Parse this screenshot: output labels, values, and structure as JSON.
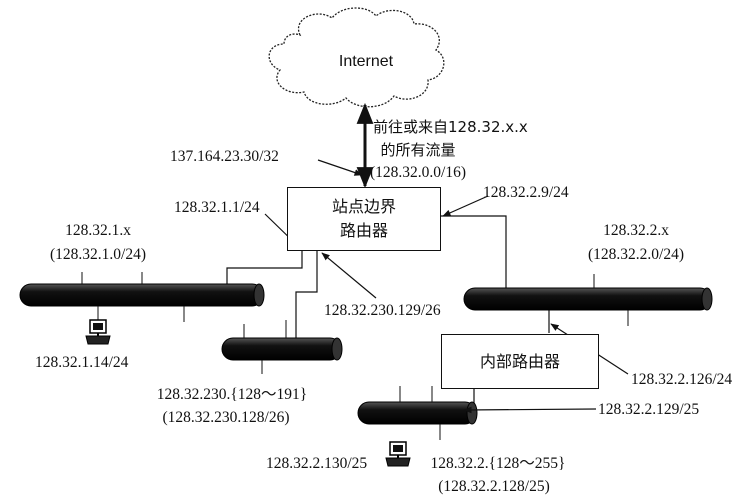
{
  "cloud": {
    "label": "Internet"
  },
  "traffic_note": {
    "line1": "前往或来自128.32.x.x",
    "line2": "的所有流量",
    "line3": "(128.32.0.0/16)"
  },
  "site_router": {
    "line1": "站点边界",
    "line2": "路由器",
    "ext_ip": "137.164.23.30/32",
    "if_left": "128.32.1.1/24",
    "if_right": "128.32.2.9/24",
    "if_bottom": "128.32.230.129/26"
  },
  "inner_router": {
    "label": "内部路由器",
    "if_top": "128.32.2.126/24",
    "if_bottom": "128.32.2.129/25"
  },
  "net1": {
    "name": "128.32.1.x",
    "prefix": "(128.32.1.0/24)",
    "host": "128.32.1.14/24"
  },
  "net2": {
    "name": "128.32.2.x",
    "prefix": "(128.32.2.0/24)"
  },
  "net230": {
    "range": "128.32.230.{128～191}",
    "prefix": "(128.32.230.128/26)"
  },
  "net128": {
    "range": "128.32.2.{128～255}",
    "prefix": "(128.32.2.128/25)",
    "host": "128.32.2.130/25"
  }
}
